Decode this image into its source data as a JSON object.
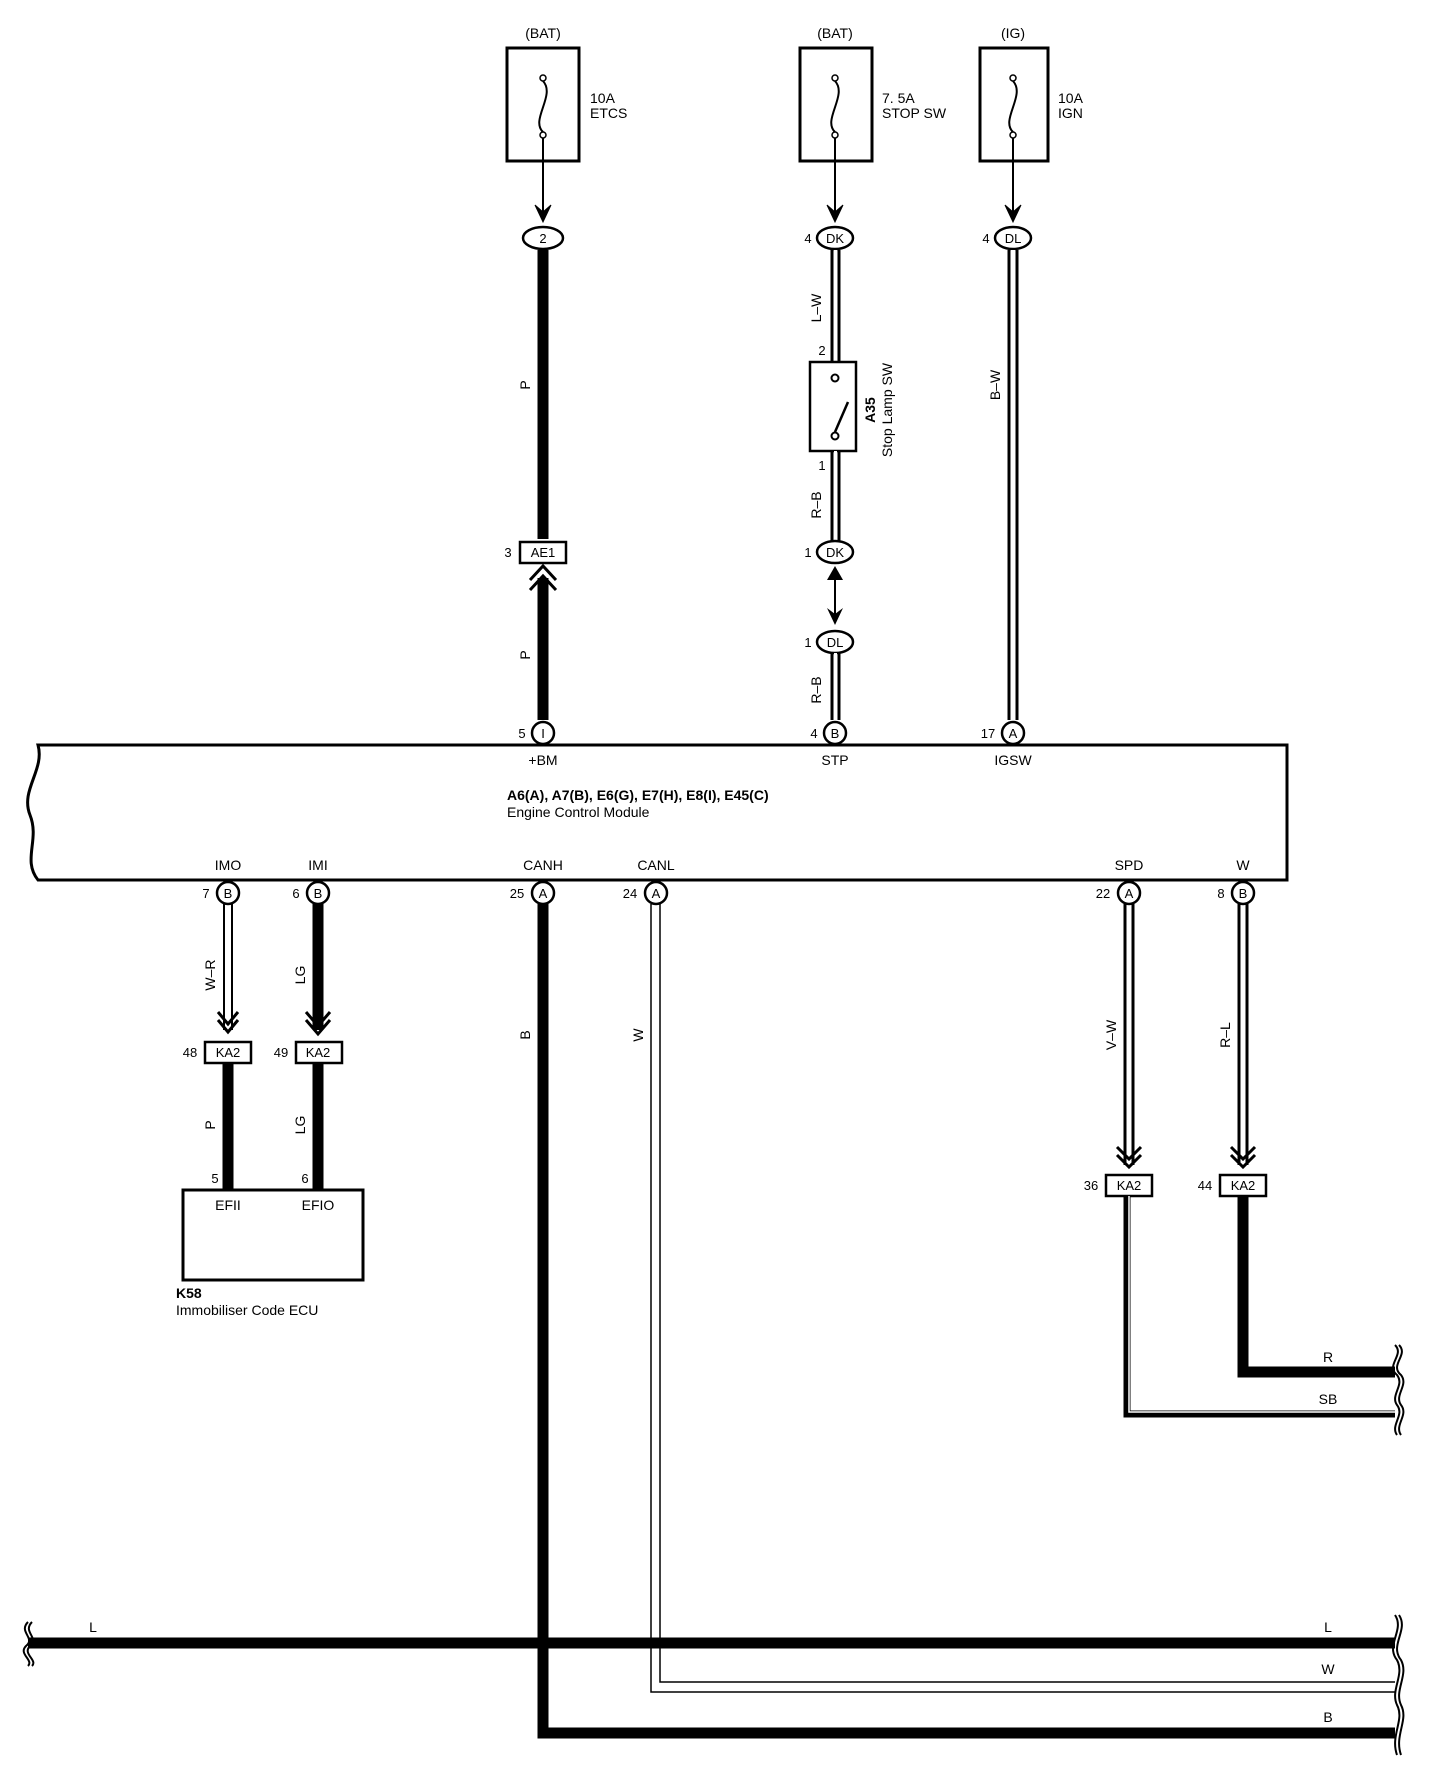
{
  "fuses": [
    {
      "source": "(BAT)",
      "rating": "10A",
      "name": "ETCS"
    },
    {
      "source": "(BAT)",
      "rating": "7. 5A",
      "name": "STOP SW"
    },
    {
      "source": "(IG)",
      "rating": "10A",
      "name": "IGN"
    }
  ],
  "top_connectors": {
    "etcs": {
      "pin": "",
      "code": "2"
    },
    "stop": {
      "pin": "4",
      "code": "DK"
    },
    "ign": {
      "pin": "4",
      "code": "DL"
    }
  },
  "wires": {
    "etcs_upper": "P",
    "etcs_lower": "P",
    "stop_upper": "L–W",
    "stop_mid": "R–B",
    "stop_lower": "R–B",
    "ign": "B–W",
    "imo": "W–R",
    "imi": "LG",
    "imo_lower": "P",
    "imi_lower": "LG",
    "canh": "B",
    "canl": "W",
    "spd": "V–W",
    "w": "R–L"
  },
  "stop_switch": {
    "pin_top": "2",
    "pin_bottom": "1",
    "code": "A35",
    "name": "Stop Lamp SW"
  },
  "ae1": {
    "pin": "3",
    "code": "AE1"
  },
  "dk_lower": {
    "pin": "1",
    "code": "DK"
  },
  "dl_lower": {
    "pin": "1",
    "code": "DL"
  },
  "ecm": {
    "connectors": "A6(A), A7(B), E6(G), E7(H), E8(I), E45(C)",
    "name": "Engine Control Module",
    "top_pins": [
      {
        "num": "5",
        "code": "I",
        "label": "+BM"
      },
      {
        "num": "4",
        "code": "B",
        "label": "STP"
      },
      {
        "num": "17",
        "code": "A",
        "label": "IGSW"
      }
    ],
    "bottom_pins": [
      {
        "num": "7",
        "code": "B",
        "label": "IMO"
      },
      {
        "num": "6",
        "code": "B",
        "label": "IMI"
      },
      {
        "num": "25",
        "code": "A",
        "label": "CANH"
      },
      {
        "num": "24",
        "code": "A",
        "label": "CANL"
      },
      {
        "num": "22",
        "code": "A",
        "label": "SPD"
      },
      {
        "num": "8",
        "code": "B",
        "label": "W"
      }
    ]
  },
  "ka2": [
    {
      "pin": "48",
      "code": "KA2"
    },
    {
      "pin": "49",
      "code": "KA2"
    },
    {
      "pin": "36",
      "code": "KA2"
    },
    {
      "pin": "44",
      "code": "KA2"
    }
  ],
  "immobiliser": {
    "pins": [
      {
        "num": "5",
        "label": "EFII"
      },
      {
        "num": "6",
        "label": "EFIO"
      }
    ],
    "code": "K58",
    "name": "Immobiliser Code ECU"
  },
  "bus_labels": {
    "r": "R",
    "sb": "SB",
    "l_left": "L",
    "l_right": "L",
    "w": "W",
    "b": "B"
  }
}
